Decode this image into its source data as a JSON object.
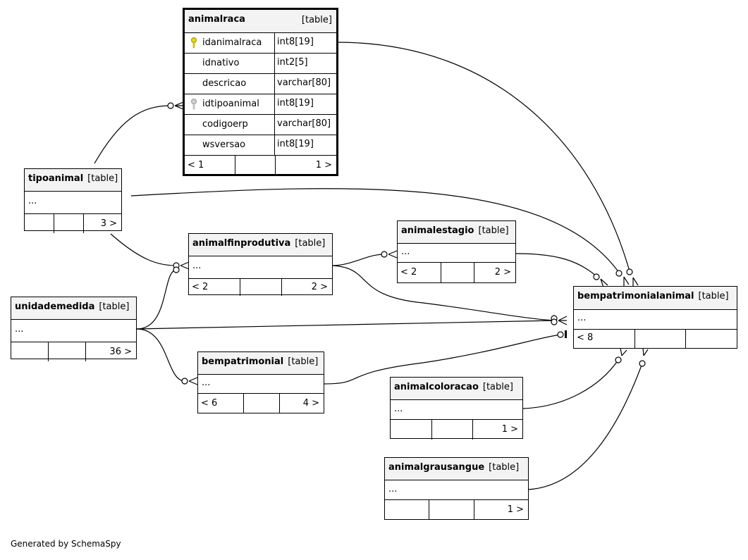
{
  "tag": "[table]",
  "footer": "Generated by SchemaSpy",
  "animalraca": {
    "name": "animalraca",
    "columns": [
      {
        "name": "idanimalraca",
        "type": "int8[19]",
        "key": "primary"
      },
      {
        "name": "idnativo",
        "type": "int2[5]",
        "key": "none"
      },
      {
        "name": "descricao",
        "type": "varchar[80]",
        "key": "none"
      },
      {
        "name": "idtipoanimal",
        "type": "int8[19]",
        "key": "foreign"
      },
      {
        "name": "codigoerp",
        "type": "varchar[80]",
        "key": "none"
      },
      {
        "name": "wsversao",
        "type": "int8[19]",
        "key": "none"
      }
    ],
    "parents": "< 1",
    "children": "1 >"
  },
  "tipoanimal": {
    "name": "tipoanimal",
    "body": "...",
    "parents": "",
    "children": "3 >"
  },
  "animalfinprodutiva": {
    "name": "animalfinprodutiva",
    "body": "...",
    "parents": "< 2",
    "children": "2 >"
  },
  "animalestagio": {
    "name": "animalestagio",
    "body": "...",
    "parents": "< 2",
    "children": "2 >"
  },
  "unidademedida": {
    "name": "unidademedida",
    "body": "...",
    "parents": "",
    "children": "36 >"
  },
  "bempatrimonialanimal": {
    "name": "bempatrimonialanimal",
    "body": "...",
    "parents": "< 8",
    "children": ""
  },
  "bempatrimonial": {
    "name": "bempatrimonial",
    "body": "...",
    "parents": "< 6",
    "children": "4 >"
  },
  "animalcoloracao": {
    "name": "animalcoloracao",
    "body": "...",
    "parents": "",
    "children": "1 >"
  },
  "animalgrausangue": {
    "name": "animalgrausangue",
    "body": "...",
    "parents": "",
    "children": "1 >"
  }
}
